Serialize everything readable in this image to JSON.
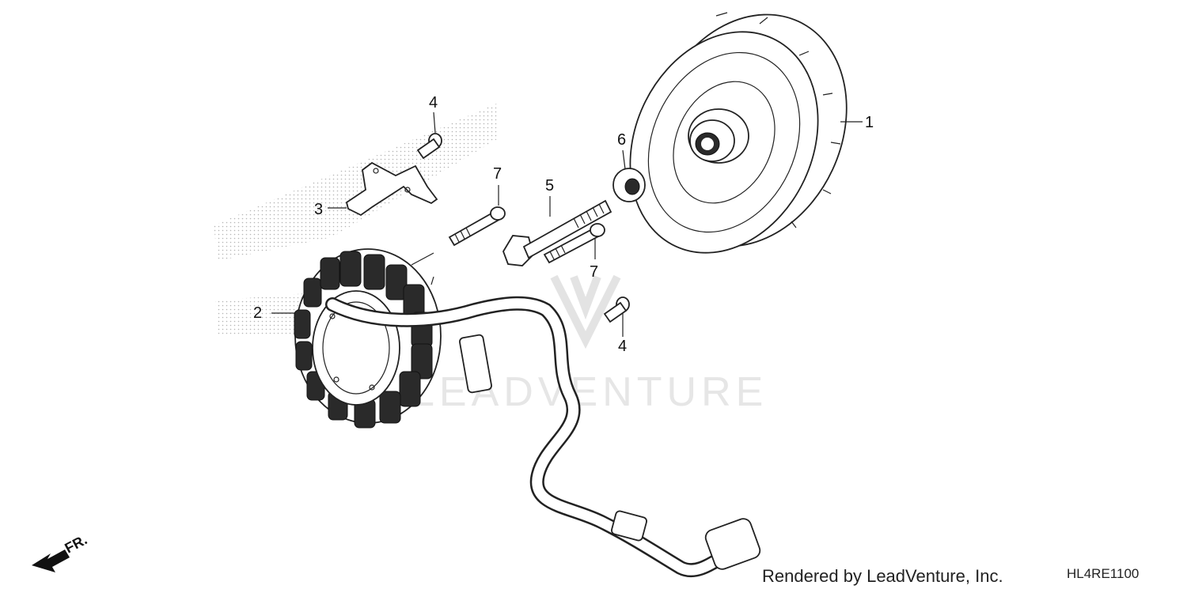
{
  "callouts": {
    "c1": "1",
    "c2": "2",
    "c3": "3",
    "c4a": "4",
    "c4b": "4",
    "c5": "5",
    "c6": "6",
    "c7a": "7",
    "c7b": "7"
  },
  "direction_label": "FR.",
  "watermark": "LEADVENTURE",
  "credit": "Rendered by LeadVenture, Inc.",
  "diagram_code": "HL4RE1100",
  "colors": {
    "ink": "#222222",
    "watermark": "#e6e6e6",
    "stipple": "#b5b5b5"
  }
}
